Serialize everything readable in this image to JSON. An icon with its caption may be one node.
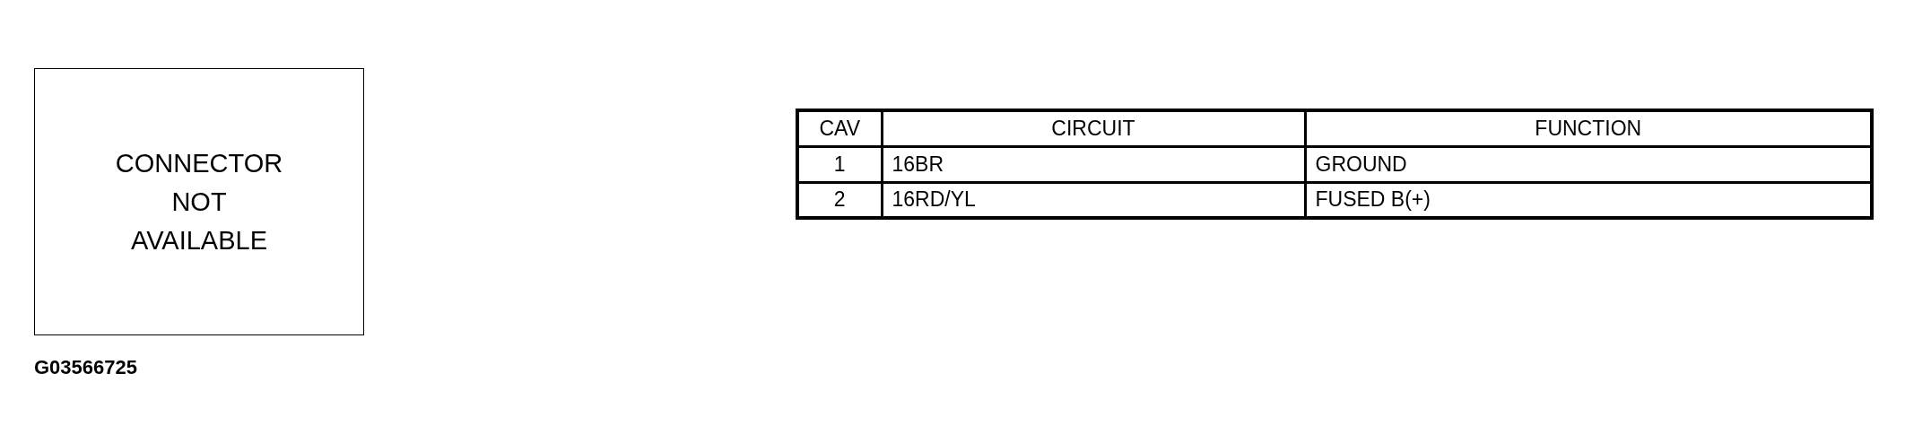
{
  "diagram": {
    "nodes": [
      {
        "text": [
          "CONNECTOR NOT AVAILABLE"
        ]
      }
    ],
    "labels": [
      "G03566725",
      "CAV",
      "CIRCUIT",
      "FUNCTION",
      "1",
      "16BR",
      "GROUND",
      "2",
      "16RD/YL",
      "FUSED B(+)"
    ]
  }
}
